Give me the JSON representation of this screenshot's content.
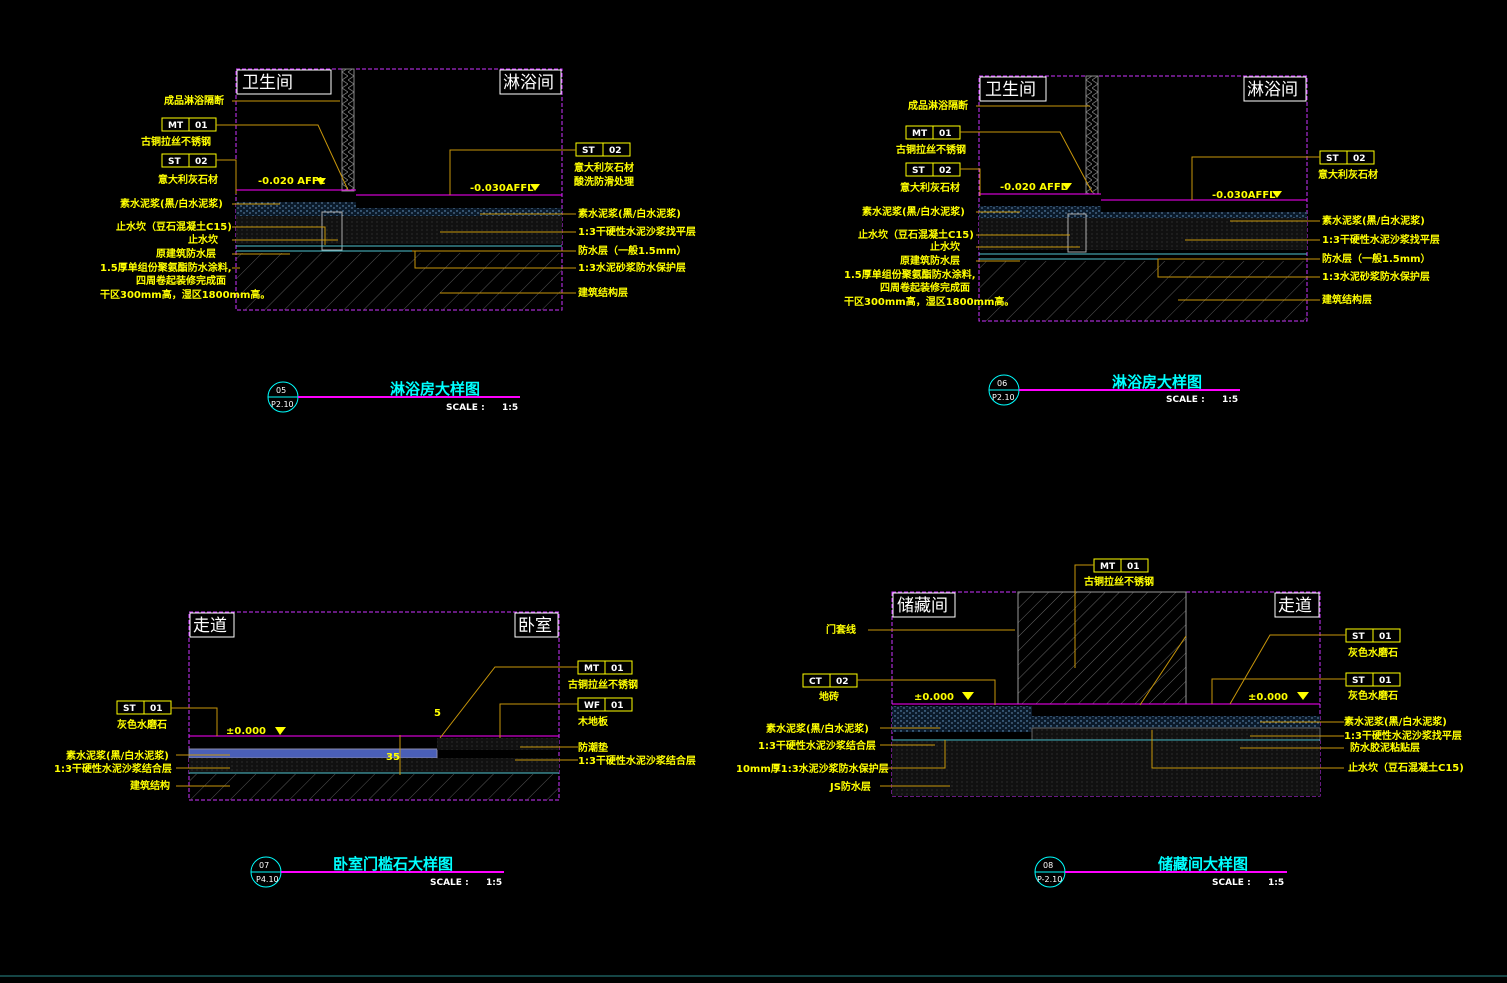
{
  "colors": {
    "background": "#000000",
    "frame": "#cc33ff",
    "leader": "#c8960a",
    "text": "#ffff00",
    "title": "#00ffff",
    "level": "#ff00ff",
    "layer": "#7fd0ff"
  },
  "details": [
    {
      "id": "d05",
      "circle_top": "05",
      "circle_bottom": "P2.10",
      "title": "淋浴房大样图",
      "scale_label": "SCALE :",
      "scale_value": "1:5",
      "room_left": "卫生间",
      "room_right": "淋浴间",
      "tags": [
        {
          "code": "MT",
          "num": "01",
          "text": "古铜拉丝不锈钢"
        },
        {
          "code": "ST",
          "num": "02",
          "text": "意大利灰石材"
        },
        {
          "code": "ST",
          "num": "02",
          "text": "意大利灰石材"
        }
      ],
      "tag_right_extra": "酸洗防滑处理",
      "level_left": "-0.020 AFFL",
      "level_right": "-0.030AFFL",
      "labels_left": [
        "成品淋浴隔断",
        "素水泥浆(黑/白水泥浆)",
        "止水坎（豆石混凝土C15)",
        "止水坎",
        "原建筑防水层",
        "1.5厚单组份聚氨酯防水涂料,",
        "四周卷起装修完成面",
        "干区300mm高，湿区1800mm高。"
      ],
      "labels_right": [
        "素水泥浆(黑/白水泥浆)",
        "1:3干硬性水泥沙浆找平层",
        "防水层（一般1.5mm）",
        "1:3水泥砂浆防水保护层",
        "建筑结构层"
      ]
    },
    {
      "id": "d06",
      "circle_top": "06",
      "circle_bottom": "P2.10",
      "title": "淋浴房大样图",
      "scale_label": "SCALE :",
      "scale_value": "1:5",
      "room_left": "卫生间",
      "room_right": "淋浴间",
      "tags": [
        {
          "code": "MT",
          "num": "01",
          "text": "古铜拉丝不锈钢"
        },
        {
          "code": "ST",
          "num": "02",
          "text": "意大利灰石材"
        },
        {
          "code": "ST",
          "num": "02",
          "text": "意大利灰石材"
        }
      ],
      "level_left": "-0.020 AFFL",
      "level_right": "-0.030AFFL",
      "labels_left": [
        "成品淋浴隔断",
        "素水泥浆(黑/白水泥浆)",
        "止水坎（豆石混凝土C15)",
        "止水坎",
        "原建筑防水层",
        "1.5厚单组份聚氨酯防水涂料,",
        "四周卷起装修完成面",
        "干区300mm高，湿区1800mm高。"
      ],
      "labels_right": [
        "素水泥浆(黑/白水泥浆)",
        "1:3干硬性水泥沙浆找平层",
        "防水层（一般1.5mm）",
        "1:3水泥砂浆防水保护层",
        "建筑结构层"
      ]
    },
    {
      "id": "d07",
      "circle_top": "07",
      "circle_bottom": "P4.10",
      "title": "卧室门槛石大样图",
      "scale_label": "SCALE :",
      "scale_value": "1:5",
      "room_left": "走道",
      "room_right": "卧室",
      "tags": [
        {
          "code": "ST",
          "num": "01",
          "text": "灰色水磨石"
        },
        {
          "code": "MT",
          "num": "01",
          "text": "古铜拉丝不锈钢"
        },
        {
          "code": "WF",
          "num": "01",
          "text": "木地板"
        }
      ],
      "level": "±0.000",
      "dim_top": "5",
      "dim_mid": "35",
      "labels_left": [
        "素水泥浆(黑/白水泥浆)",
        "1:3干硬性水泥沙浆结合层",
        "建筑结构"
      ],
      "labels_right": [
        "防潮垫",
        "1:3干硬性水泥沙浆结合层"
      ]
    },
    {
      "id": "d08",
      "circle_top": "08",
      "circle_bottom": "P-2.10",
      "title": "储藏间大样图",
      "scale_label": "SCALE :",
      "scale_value": "1:5",
      "room_left": "储藏间",
      "room_right": "走道",
      "tags": [
        {
          "code": "MT",
          "num": "01",
          "text": "古铜拉丝不锈钢"
        },
        {
          "code": "CT",
          "num": "02",
          "text": "地砖"
        },
        {
          "code": "ST",
          "num": "01",
          "text": "灰色水磨石"
        },
        {
          "code": "ST",
          "num": "01",
          "text": "灰色水磨石"
        }
      ],
      "level_left": "±0.000",
      "level_right": "±0.000",
      "labels_left": [
        "门套线",
        "素水泥浆(黑/白水泥浆)",
        "1:3干硬性水泥沙浆结合层",
        "10mm厚1:3水泥沙浆防水保护层",
        "JS防水层"
      ],
      "labels_right": [
        "素水泥浆(黑/白水泥浆)",
        "1:3干硬性水泥沙浆找平层",
        "防水胶泥粘贴层",
        "止水坎（豆石混凝土C15)"
      ]
    }
  ]
}
